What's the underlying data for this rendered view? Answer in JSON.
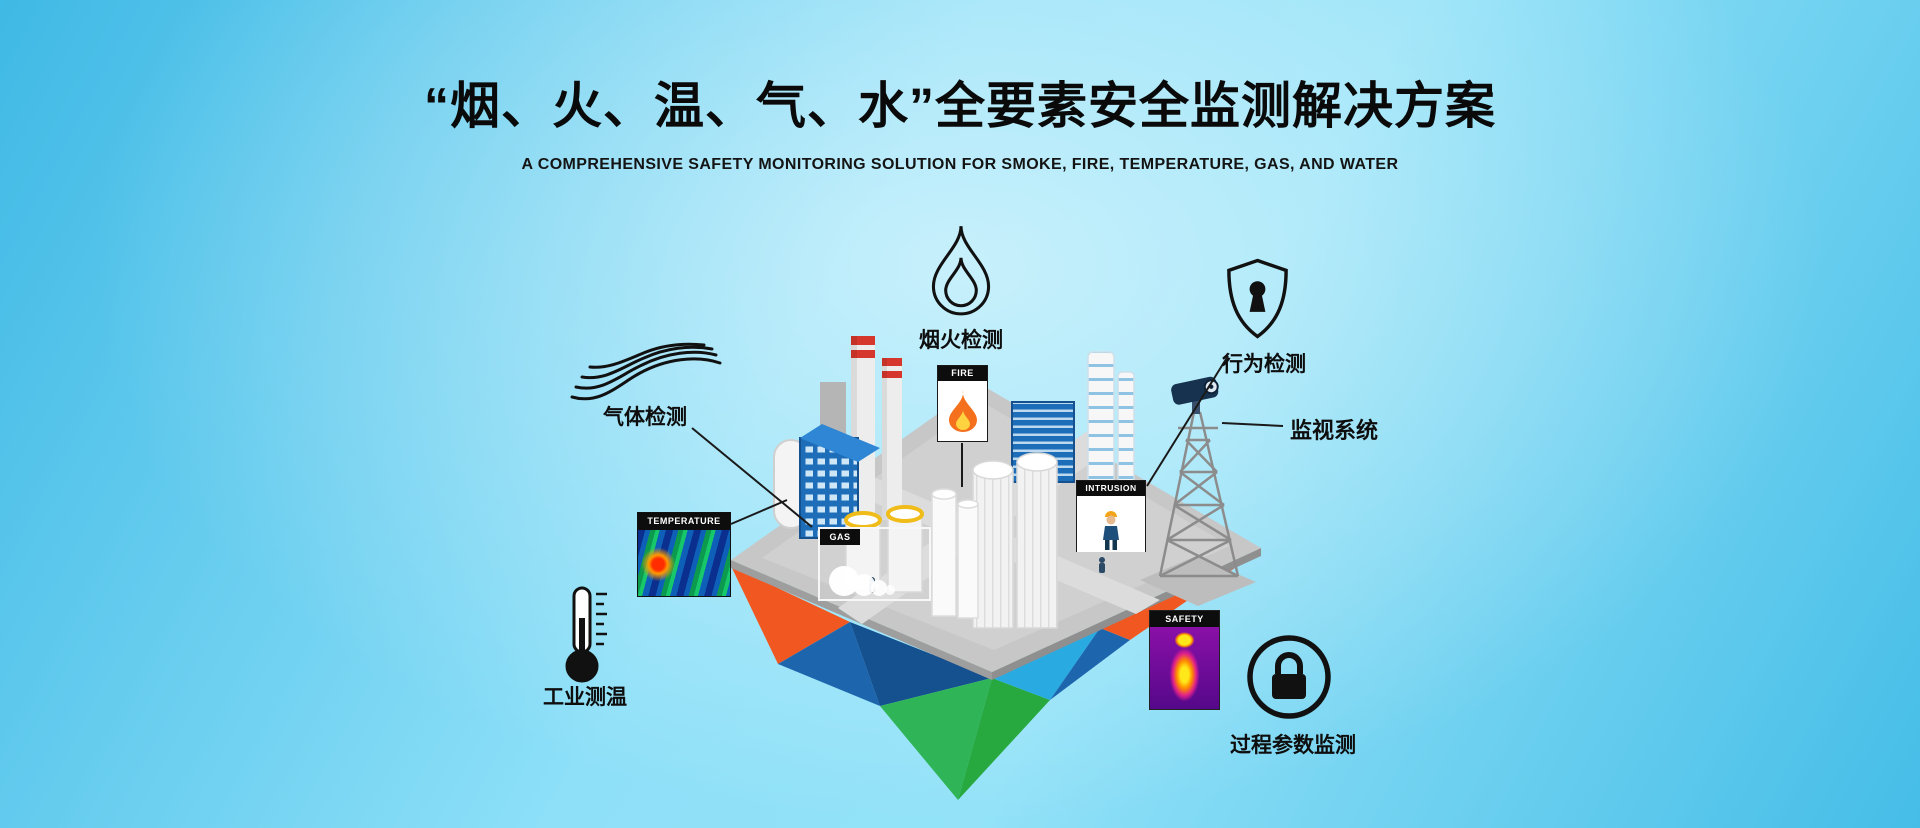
{
  "header": {
    "title": "“烟、火、温、气、水”全要素安全监测解决方案",
    "subtitle": "A COMPREHENSIVE SAFETY MONITORING SOLUTION FOR SMOKE, FIRE, TEMPERATURE, GAS, AND WATER"
  },
  "callouts": {
    "smoke_fire": {
      "label": "烟火检测",
      "icon": "flame-icon"
    },
    "behavior": {
      "label": "行为检测",
      "icon": "shield-keyhole-icon"
    },
    "surveillance": {
      "label": "监视系统",
      "icon": "cctv-camera"
    },
    "gas": {
      "label": "气体检测",
      "icon": "gas-waves-icon"
    },
    "temperature": {
      "label": "工业测温",
      "icon": "thermometer-icon"
    },
    "process": {
      "label": "过程参数监测",
      "icon": "lock-circle-icon"
    }
  },
  "insets": {
    "temperature": {
      "label": "TEMPERATURE"
    },
    "fire": {
      "label": "FIRE"
    },
    "gas": {
      "label": "GAS"
    },
    "intrusion": {
      "label": "INTRUSION"
    },
    "safety": {
      "label": "SAFETY"
    }
  },
  "colors": {
    "background_center": "#9be3f8",
    "background_edge": "#45bde7",
    "title": "#0a0a0a",
    "island_orange": "#f15821",
    "island_blue": "#1d66ae",
    "island_green": "#2fb457",
    "island_cyan": "#29abe2",
    "platform_gray": "#c7c7c7",
    "line_black": "#1a1a1a"
  }
}
